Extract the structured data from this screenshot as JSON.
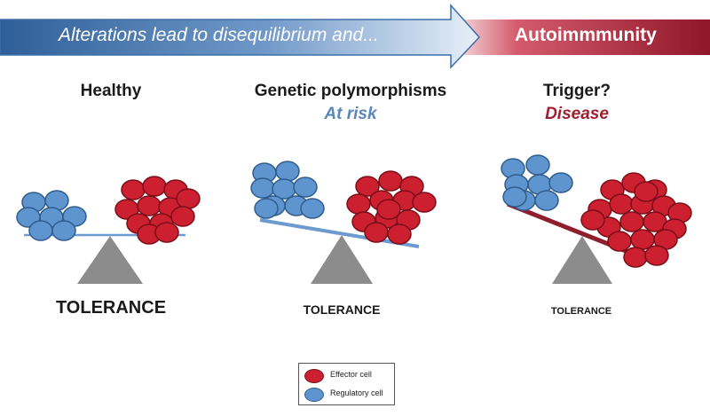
{
  "banner": {
    "left_text": "Alterations lead to disequilibrium and...",
    "right_text": "Autoimmmunity"
  },
  "panels": [
    {
      "title": "Healthy",
      "subtitle": "",
      "label": "TOLERANCE"
    },
    {
      "title": "Genetic polymorphisms",
      "subtitle": "At risk",
      "label": "TOLERANCE"
    },
    {
      "title": "Trigger?",
      "subtitle": "Disease",
      "label": "TOLERANCE"
    }
  ],
  "legend": {
    "effector": "Effector cell",
    "regulatory": "Regulatory cell"
  },
  "colors": {
    "effector_fill": "#cc1f2f",
    "effector_stroke": "#7a0f19",
    "regulatory_fill": "#5f95cf",
    "regulatory_stroke": "#2f5d8c",
    "banner_blue": "#3f6fa8",
    "banner_red": "#9b1c2e",
    "at_risk_text": "#5b87b8",
    "disease_text": "#a01e30",
    "fulcrum": "#8c8c8c"
  }
}
